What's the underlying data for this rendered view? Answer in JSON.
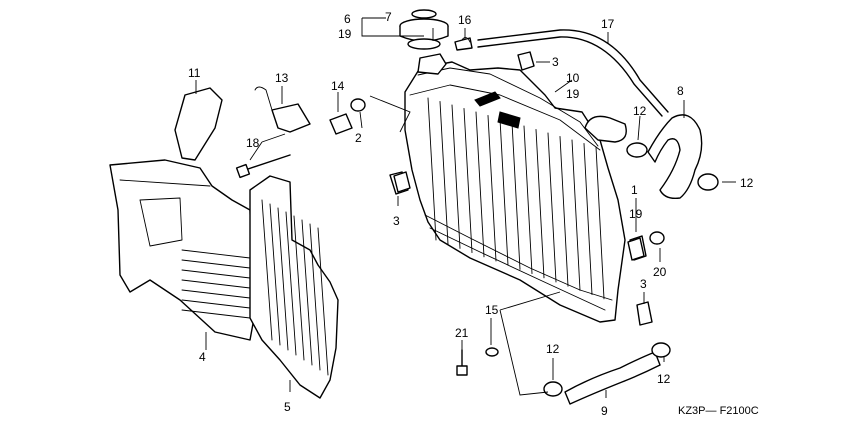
{
  "callouts": {
    "c7": "7",
    "c6": "6",
    "c19a": "19",
    "c16": "16",
    "c17": "17",
    "c3a": "3",
    "c10": "10",
    "c19b": "19",
    "c12a": "12",
    "c8": "8",
    "c12b": "12",
    "c1": "1",
    "c19c": "19",
    "c20": "20",
    "c3b": "3",
    "c3c": "3",
    "c2": "2",
    "c14": "14",
    "c13": "13",
    "c18": "18",
    "c11": "11",
    "c4": "4",
    "c5": "5",
    "c15": "15",
    "c21": "21",
    "c12c": "12",
    "c12d": "12",
    "c9": "9"
  },
  "diagram_code": "KZ3P— F2100C"
}
